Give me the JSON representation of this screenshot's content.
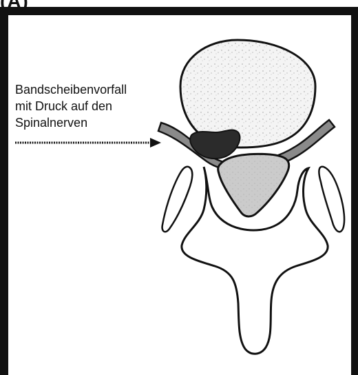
{
  "figure": {
    "panel_label": "(A)",
    "annotation_lines": [
      "Bandscheibenvorfall",
      "mit Druck auf den",
      "Spinalnerven"
    ]
  },
  "colors": {
    "outline": "#111111",
    "disc_fill": "#f4f4f4",
    "canal_fill": "#c7c7c7",
    "nerve_fill": "#8a8a8a",
    "herniation_fill": "#2b2b2b"
  },
  "icons": [
    "arrow-right-icon"
  ]
}
